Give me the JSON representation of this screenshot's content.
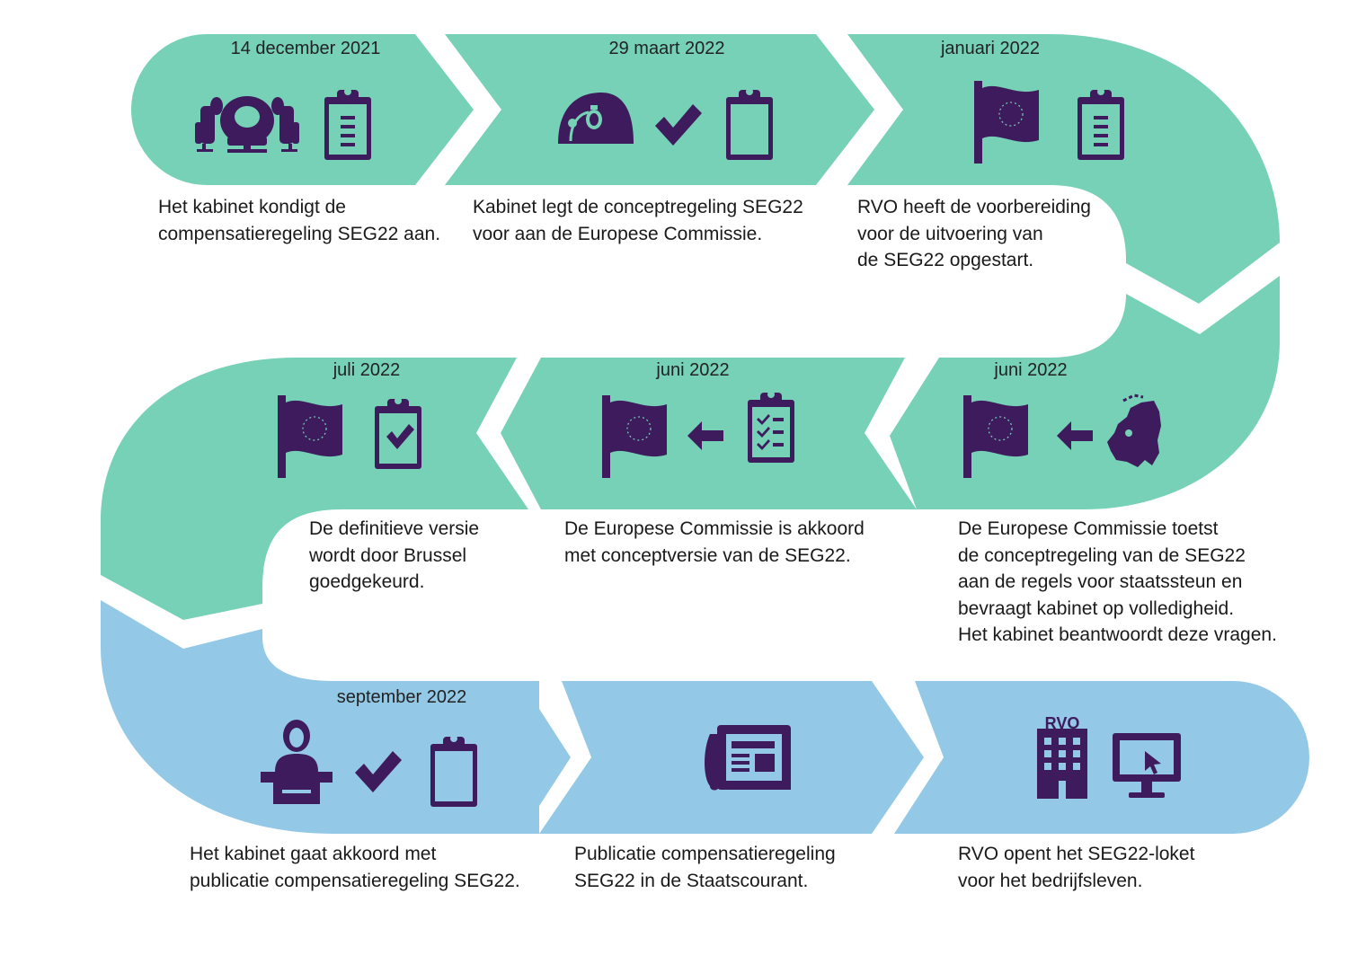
{
  "colors": {
    "green": "#76d1b6",
    "blue": "#93c9e6",
    "purple": "#3d1b5c",
    "background": "#ffffff"
  },
  "steps": [
    {
      "date": "14 december 2021",
      "description": "Het kabinet kondigt de\ncompensatieregeling SEG22 aan.",
      "icons": [
        "parliament-seats-icon",
        "clipboard-list-icon"
      ]
    },
    {
      "date": "29 maart 2022",
      "description": "Kabinet legt de conceptregeling SEG22\nvoor aan de Europese Commissie.",
      "icons": [
        "government-helmet-icon",
        "checkmark-icon",
        "clipboard-icon"
      ]
    },
    {
      "date": "januari 2022",
      "description": "RVO heeft de voorbereiding\nvoor de uitvoering van\nde SEG22 opgestart.",
      "icons": [
        "eu-flag-icon",
        "clipboard-list-icon"
      ]
    },
    {
      "date": "juni 2022",
      "description": "De Europese Commissie toetst\nde conceptregeling van de SEG22\naan de regels voor staatssteun en\nbevraagt kabinet op volledigheid.\nHet kabinet beantwoordt deze vragen.",
      "icons": [
        "eu-flag-icon",
        "arrow-left-icon",
        "netherlands-map-icon"
      ]
    },
    {
      "date": "juni 2022",
      "description": "De Europese Commissie is akkoord\nmet conceptversie van de SEG22.",
      "icons": [
        "eu-flag-icon",
        "arrow-left-icon",
        "checklist-icon"
      ]
    },
    {
      "date": "juli 2022",
      "description": "De definitieve versie\nwordt door Brussel\ngoedgekeurd.",
      "icons": [
        "eu-flag-icon",
        "clipboard-check-icon"
      ]
    },
    {
      "date": "september 2022",
      "description": "Het kabinet gaat akkoord met\npublicatie compensatieregeling SEG22.",
      "icons": [
        "speaker-podium-icon",
        "checkmark-icon",
        "clipboard-icon"
      ]
    },
    {
      "date": "",
      "description": "Publicatie compensatieregeling\nSEG22 in de Staatscourant.",
      "icons": [
        "newspaper-icon"
      ]
    },
    {
      "date": "",
      "description": "RVO opent het SEG22-loket\nvoor het bedrijfsleven.",
      "icons": [
        "rvo-building-icon",
        "computer-monitor-icon"
      ],
      "building_label": "RVO"
    }
  ]
}
